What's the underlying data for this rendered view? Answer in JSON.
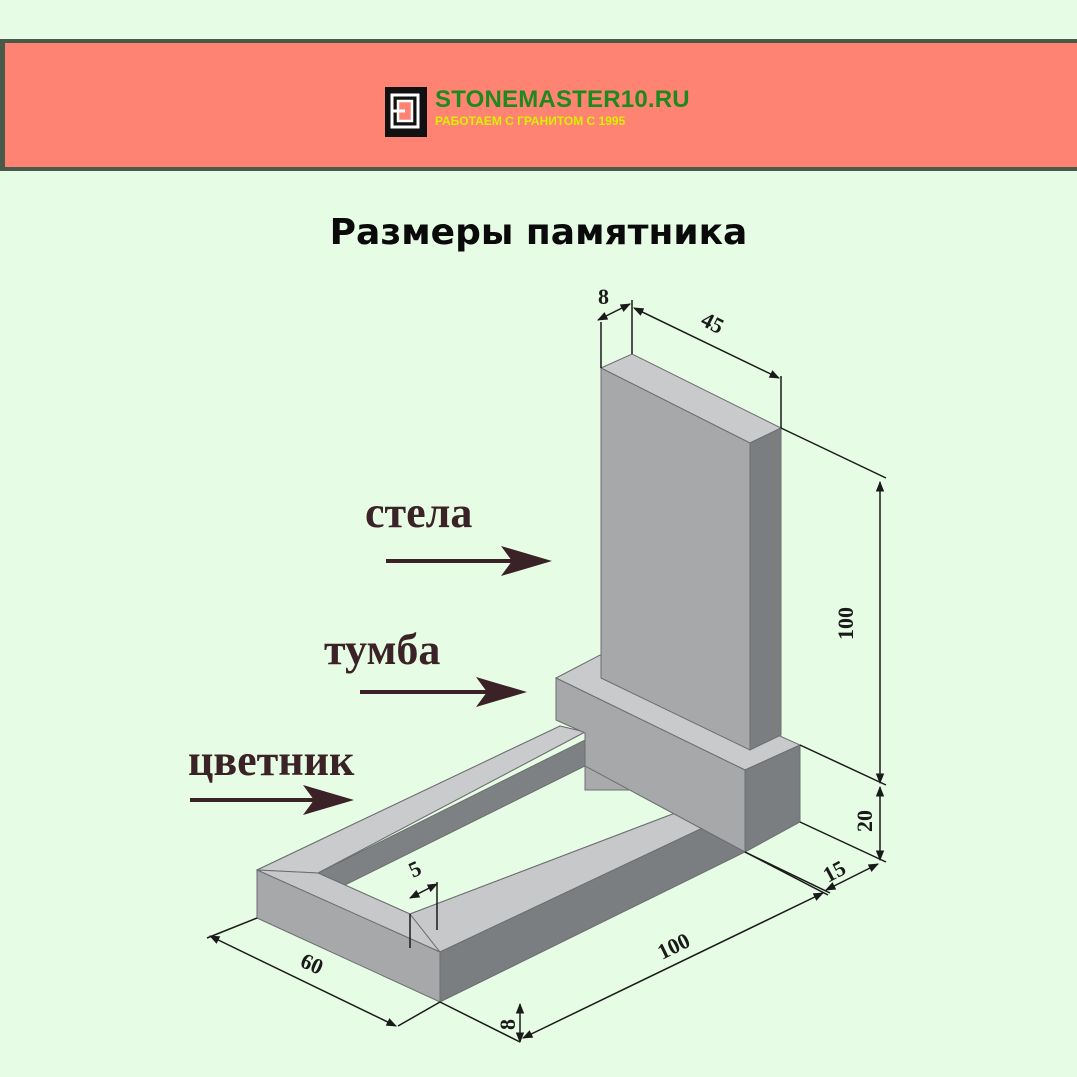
{
  "header": {
    "brand": "STONEMASTER10.RU",
    "tagline": "РАБОТАЕМ С ГРАНИТОМ С 1995",
    "background_color": "#fe8373",
    "brand_color": "#1e8a1e",
    "tagline_color": "#d9f000",
    "logo_icon": "stonemaster-logo-icon"
  },
  "title": "Размеры памятника",
  "parts": {
    "stela": "стела",
    "tumba": "тумба",
    "tsvetnik": "цветник"
  },
  "dimensions": {
    "stela_thickness": "8",
    "stela_width": "45",
    "stela_height": "100",
    "tumba_height": "20",
    "tumba_depth": "15",
    "tsvetnik_length": "100",
    "tsvetnik_width": "60",
    "tsvetnik_height": "8",
    "tsvetnik_wall": "5"
  },
  "colors": {
    "background": "#e6fce4",
    "stone_light": "#c8cacb",
    "stone_mid": "#a6a8aa",
    "stone_dark": "#7b7e80",
    "arrow": "#3b2226"
  }
}
